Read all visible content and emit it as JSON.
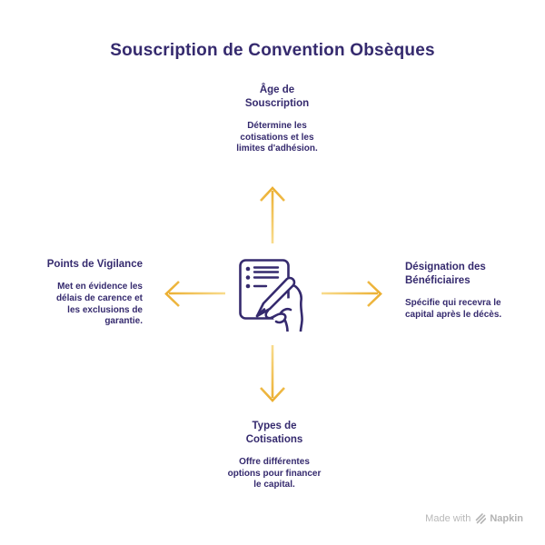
{
  "title": "Souscription de Convention Obsèques",
  "center_icon": "document-signing-icon",
  "colors": {
    "text": "#352a6e",
    "arrow_tail": "#f9dd90",
    "arrow_head": "#ebae2f",
    "watermark": "#b8b8b8",
    "background": "#ffffff"
  },
  "nodes": [
    {
      "id": "age-de-souscription",
      "position": "top",
      "heading": "Âge de\nSouscription",
      "body": "Détermine les\ncotisations et les\nlimites d'adhésion."
    },
    {
      "id": "points-de-vigilance",
      "position": "left",
      "heading": "Points de Vigilance",
      "body": "Met en évidence les\ndélais de carence et\nles exclusions de\ngarantie."
    },
    {
      "id": "designation-des-beneficiaires",
      "position": "right",
      "heading": "Désignation des\nBénéficiaires",
      "body": "Spécifie qui recevra le\ncapital après le décès."
    },
    {
      "id": "types-de-cotisations",
      "position": "bottom",
      "heading": "Types de\nCotisations",
      "body": "Offre différentes\noptions pour financer\nle capital."
    }
  ],
  "watermark": {
    "prefix": "Made with",
    "brand": "Napkin"
  }
}
